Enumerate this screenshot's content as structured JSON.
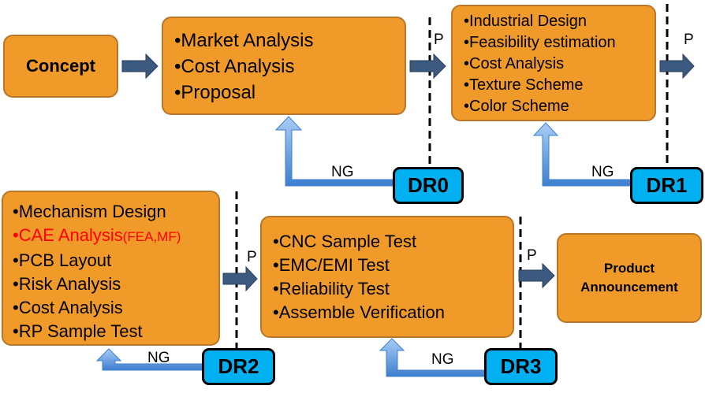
{
  "concept": {
    "label": "Concept"
  },
  "stage1": {
    "items": [
      "Market Analysis",
      "Cost Analysis",
      "Proposal"
    ]
  },
  "stage2": {
    "items": [
      "Industrial Design",
      "Feasibility estimation",
      "Cost Analysis",
      "Texture Scheme",
      "Color Scheme"
    ]
  },
  "stage3": {
    "items": [
      "Mechanism Design",
      "CAE Analysis",
      "PCB Layout",
      "Risk Analysis",
      "Cost Analysis",
      "RP Sample Test"
    ],
    "highlight_suffix": "(FEA,MF)",
    "highlight_color": "#ff0000"
  },
  "stage4": {
    "items": [
      "CNC Sample Test",
      "EMC/EMI Test",
      "Reliability Test",
      "Assemble Verification"
    ]
  },
  "final": {
    "line1": "Product",
    "line2": "Announcement"
  },
  "reviews": {
    "dr0": "DR0",
    "dr1": "DR1",
    "dr2": "DR2",
    "dr3": "DR3"
  },
  "labels": {
    "pass": "P",
    "fail": "NG"
  },
  "colors": {
    "box": "#f09a2a",
    "box_border": "#b8772a",
    "review": "#00b0f0",
    "pass_arrow": "#3c5a80",
    "fail_arrow": "#4a8fd8"
  }
}
